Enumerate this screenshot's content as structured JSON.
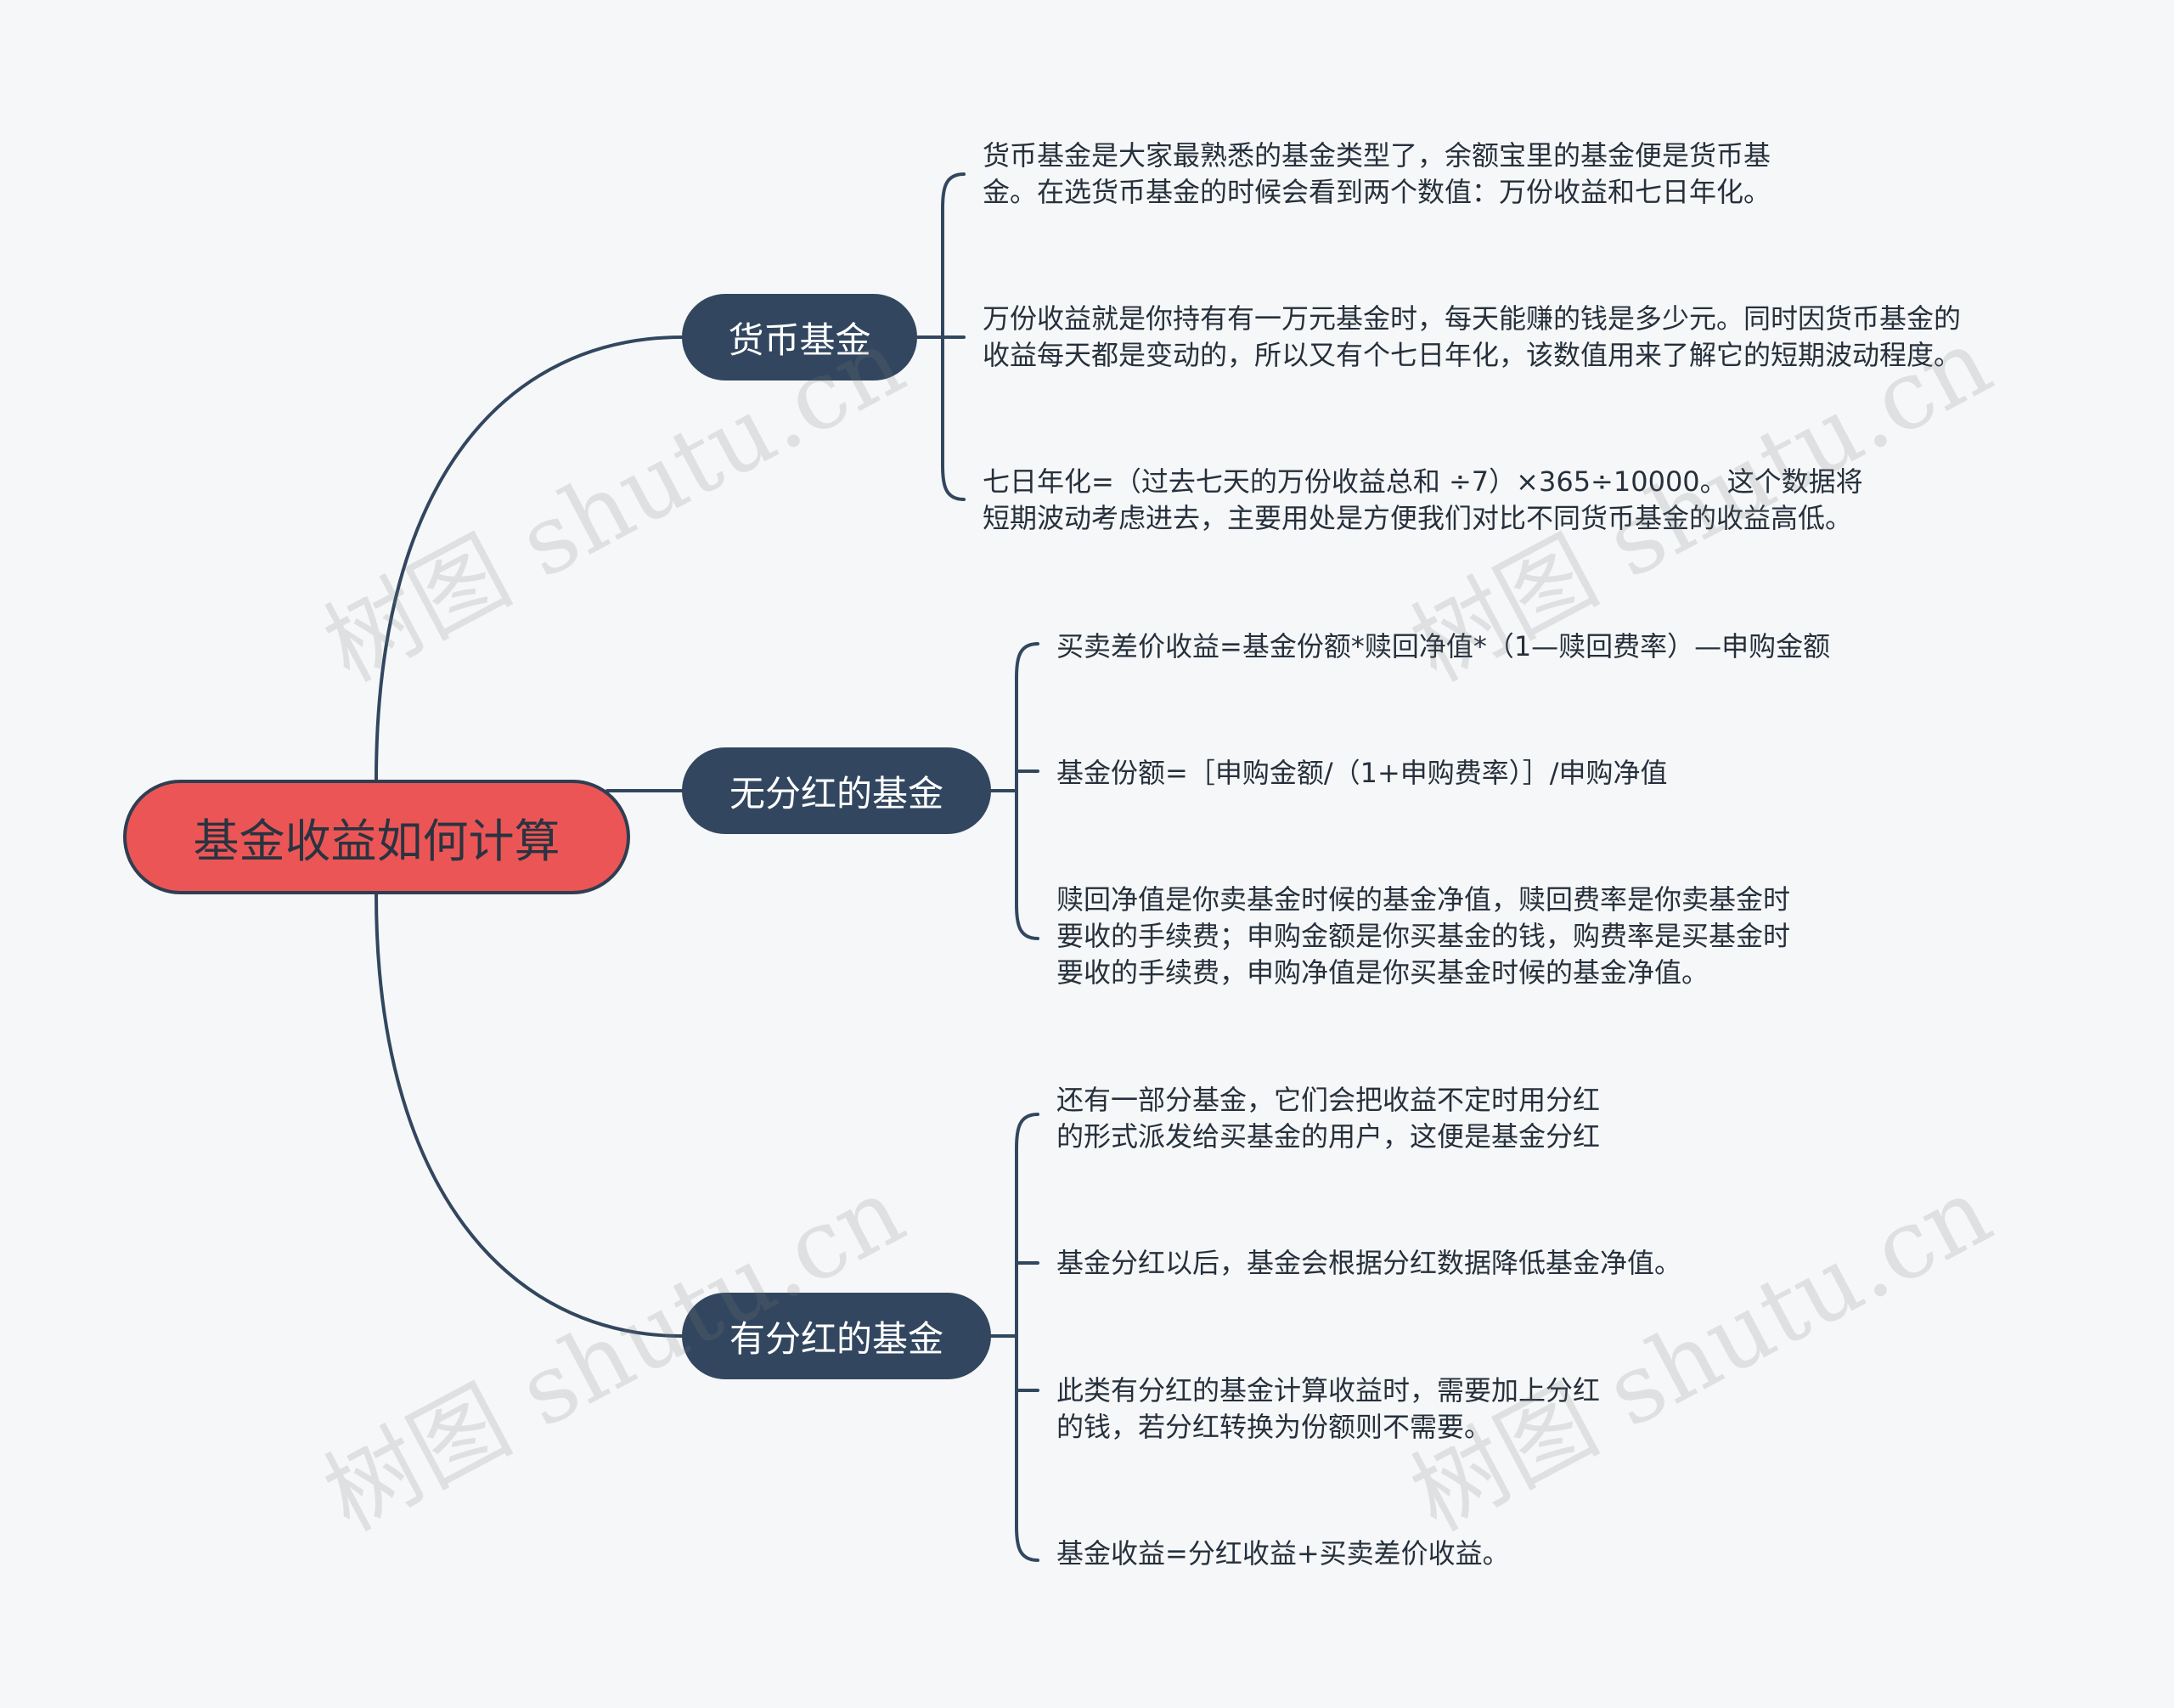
{
  "root": {
    "label": "基金收益如何计算"
  },
  "branches": [
    {
      "label": "货币基金",
      "leaves": [
        {
          "lines": [
            "货币基金是大家最熟悉的基金类型了，余额宝里的基金便是货币基",
            "金。在选货币基金的时候会看到两个数值：万份收益和七日年化。"
          ]
        },
        {
          "lines": [
            "万份收益就是你持有有一万元基金时，每天能赚的钱是多少元。同时因货币基金的",
            "收益每天都是变动的，所以又有个七日年化，该数值用来了解它的短期波动程度。"
          ]
        },
        {
          "lines": [
            "七日年化=（过去七天的万份收益总和 ÷7）×365÷10000。这个数据将",
            "短期波动考虑进去，主要用处是方便我们对比不同货币基金的收益高低。"
          ]
        }
      ]
    },
    {
      "label": "无分红的基金",
      "leaves": [
        {
          "lines": [
            "买卖差价收益=基金份额*赎回净值*（1—赎回费率）—申购金额"
          ]
        },
        {
          "lines": [
            "基金份额=［申购金额/（1+申购费率）］/申购净值"
          ]
        },
        {
          "lines": [
            "赎回净值是你卖基金时候的基金净值，赎回费率是你卖基金时",
            "要收的手续费；申购金额是你买基金的钱，购费率是买基金时",
            "要收的手续费，申购净值是你买基金时候的基金净值。"
          ]
        }
      ]
    },
    {
      "label": "有分红的基金",
      "leaves": [
        {
          "lines": [
            "还有一部分基金，它们会把收益不定时用分红",
            "的形式派发给买基金的用户，这便是基金分红"
          ]
        },
        {
          "lines": [
            "基金分红以后，基金会根据分红数据降低基金净值。"
          ]
        },
        {
          "lines": [
            "此类有分红的基金计算收益时，需要加上分红",
            "的钱，若分红转换为份额则不需要。"
          ]
        },
        {
          "lines": [
            "基金收益=分红收益+买卖差价收益。"
          ]
        }
      ]
    }
  ],
  "watermark": {
    "text": "树图 shutu.cn"
  },
  "colors": {
    "background": "#f6f7f8",
    "root_fill": "#ec5555",
    "branch_fill": "#32475f",
    "line": "#32475f"
  }
}
